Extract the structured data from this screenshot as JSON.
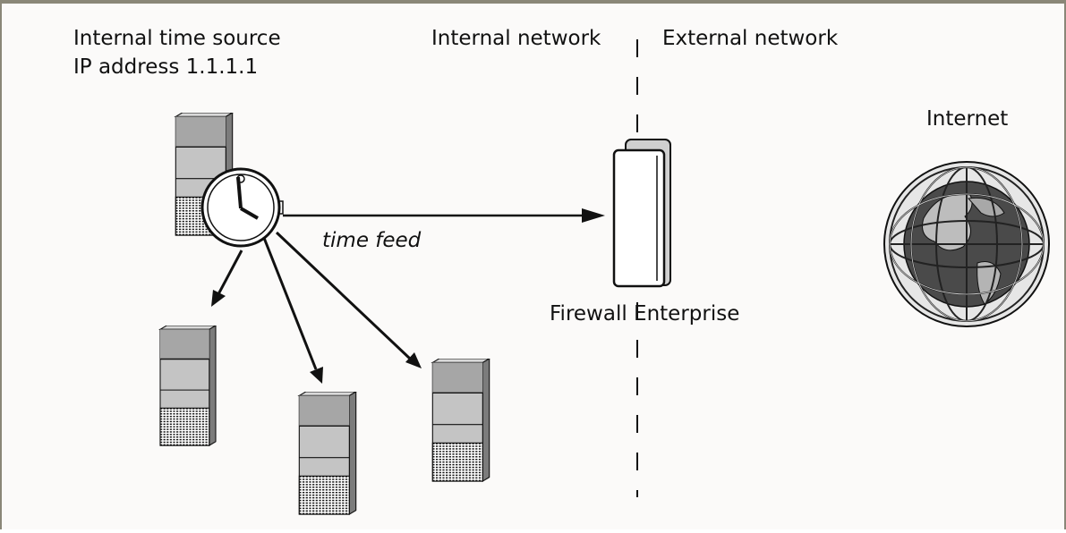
{
  "labels": {
    "source_name": "Internal time source",
    "source_ip": "IP address 1.1.1.1",
    "internal_network": "Internal network",
    "external_network": "External network",
    "internet": "Internet",
    "time_feed": "time feed",
    "firewall": "Firewall Enterprise"
  },
  "icons": [
    "server-icon",
    "clock-icon",
    "firewall-icon",
    "globe-icon",
    "arrow-icon"
  ],
  "colors": {
    "border": "#8a8778",
    "server_light": "#c8c8c8",
    "server_mid": "#a6a6a6",
    "server_dark": "#7c7c7c",
    "line": "#111111"
  }
}
